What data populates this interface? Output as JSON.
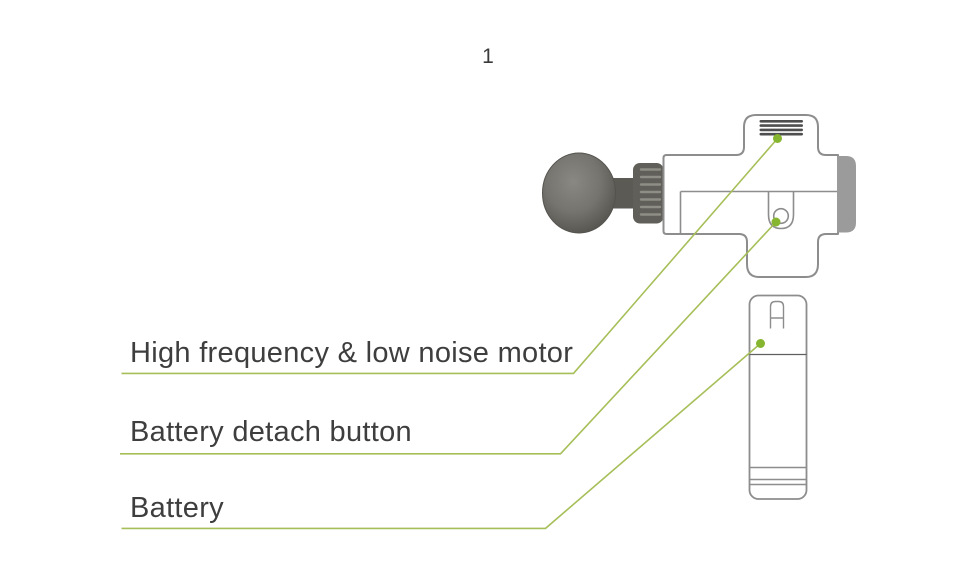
{
  "page": {
    "step_number": "1"
  },
  "labels": {
    "motor": "High frequency & low noise motor",
    "detach_button": "Battery detach button",
    "battery": "Battery"
  },
  "illustration": {
    "subject": "massage-gun-parts-diagram",
    "parts": [
      "ball-head-attachment",
      "attachment-collar",
      "massage-gun-body",
      "air-vents",
      "battery-detach-button",
      "rear-cap",
      "battery-pack",
      "battery-latch"
    ]
  },
  "theme": {
    "background": "#ffffff",
    "text": "#3e3e3e",
    "outline": "#8d8d8d",
    "leader_line": "#a6bf58",
    "marker_dot": "#86b52f",
    "device_dark": "#5e5d58"
  }
}
